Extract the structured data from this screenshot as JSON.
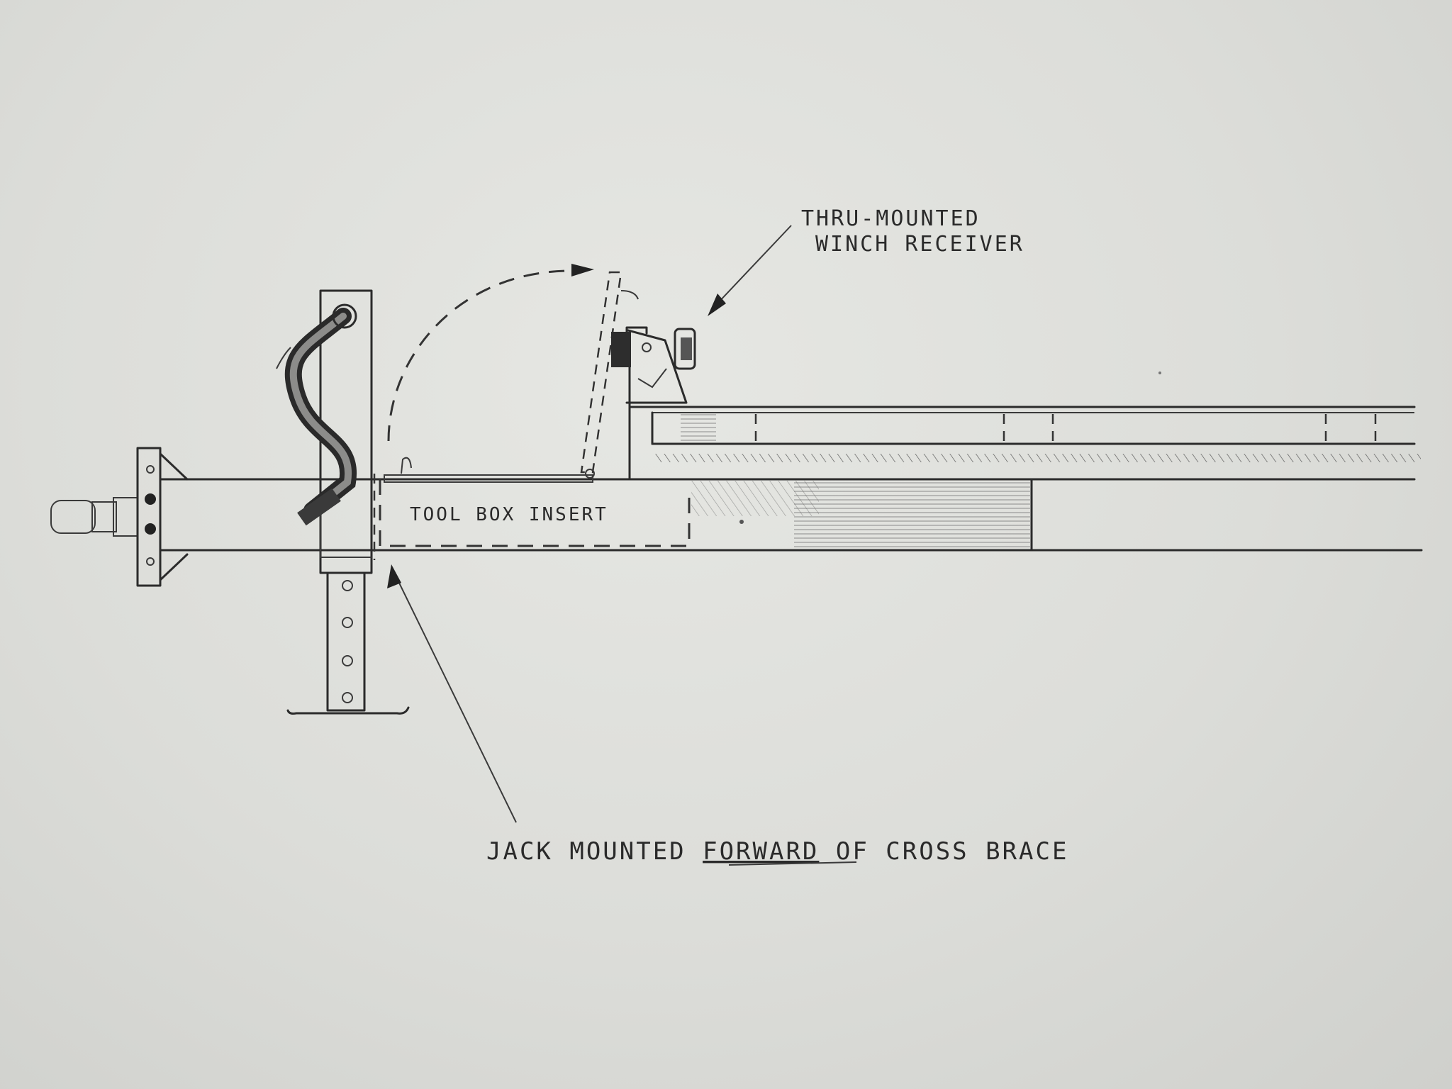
{
  "labels": {
    "winch_receiver_line1": "THRU-MOUNTED",
    "winch_receiver_line2": "WINCH RECEIVER",
    "tool_box": "TOOL BOX INSERT",
    "jack_prefix": "JACK MOUNTED ",
    "jack_emphasis": "FORWARD",
    "jack_suffix": " OF CROSS BRACE"
  },
  "colors": {
    "paper": "#dcddd9",
    "pencil": "#2b2b2b"
  }
}
